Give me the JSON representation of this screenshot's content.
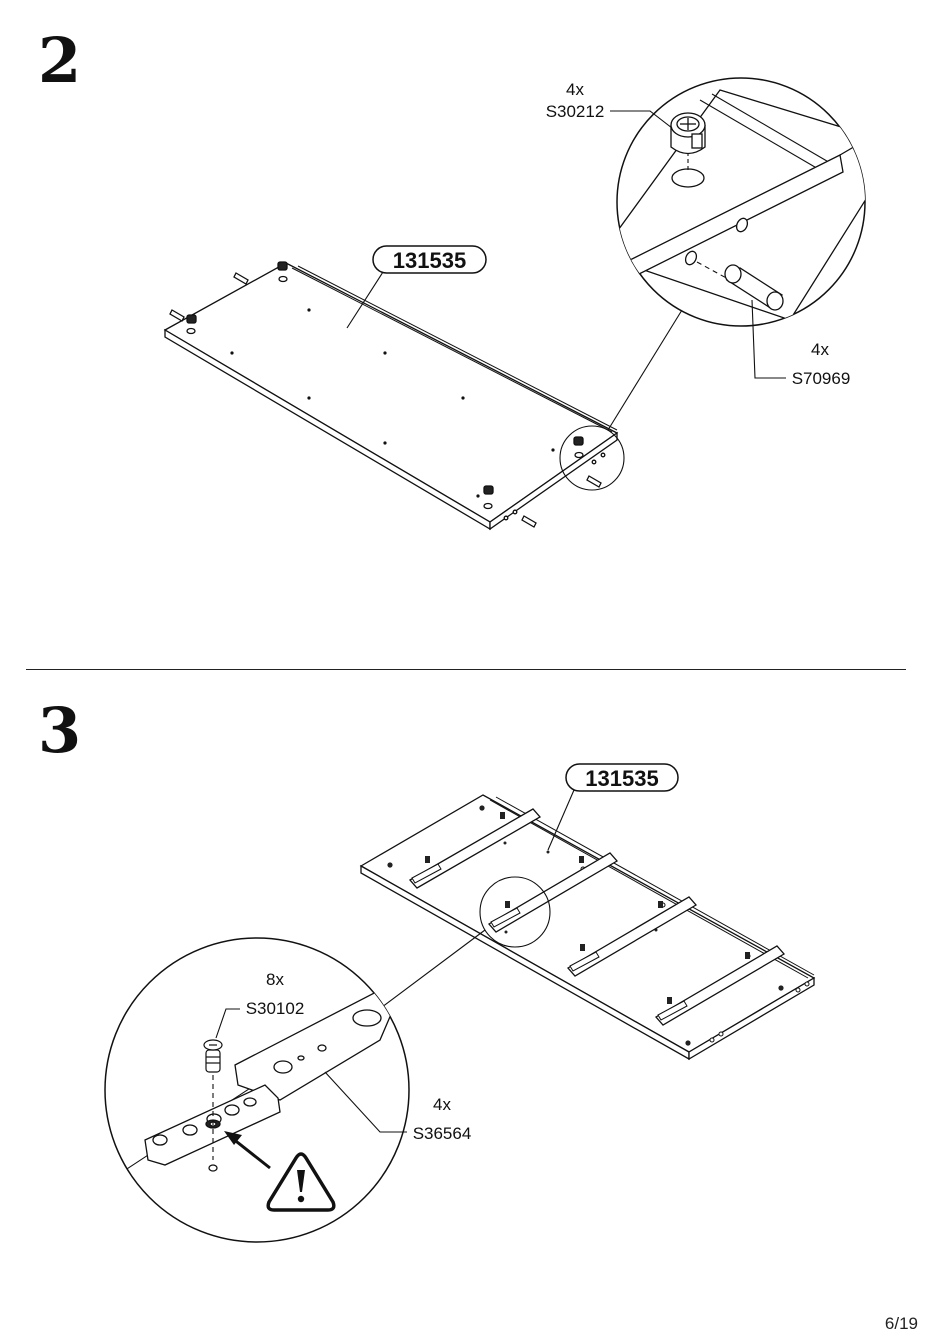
{
  "page": {
    "number": "6/19"
  },
  "steps": [
    {
      "number": "2",
      "part_label": "131535",
      "callouts": [
        {
          "qty": "4x",
          "code": "S30212",
          "icon": "cam-lock-icon"
        },
        {
          "qty": "4x",
          "code": "S70969",
          "icon": "wooden-dowel-icon"
        }
      ]
    },
    {
      "number": "3",
      "part_label": "131535",
      "callouts": [
        {
          "qty": "8x",
          "code": "S30102",
          "icon": "euro-screw-icon"
        },
        {
          "qty": "4x",
          "code": "S36564",
          "icon": "drawer-runner-icon"
        }
      ],
      "warning_icon": "warning-triangle-icon"
    }
  ]
}
